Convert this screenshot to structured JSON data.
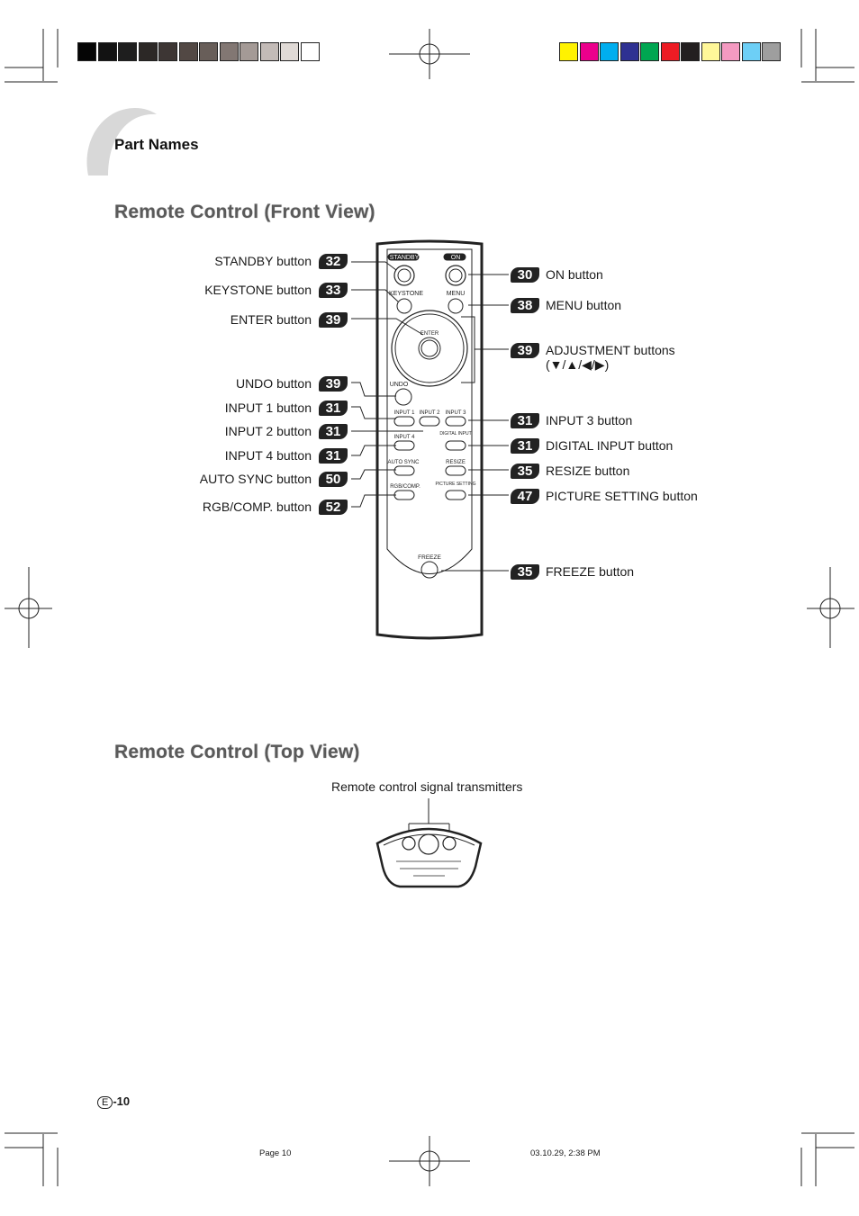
{
  "section": {
    "title": "Part Names"
  },
  "front_view": {
    "title": "Remote Control (Front View)",
    "left_callouts": [
      {
        "label": "STANDBY button",
        "page": "32"
      },
      {
        "label": "KEYSTONE button",
        "page": "33"
      },
      {
        "label": "ENTER button",
        "page": "39"
      },
      {
        "label": "UNDO button",
        "page": "39"
      },
      {
        "label": "INPUT 1 button",
        "page": "31"
      },
      {
        "label": "INPUT 2 button",
        "page": "31"
      },
      {
        "label": "INPUT 4 button",
        "page": "31"
      },
      {
        "label": "AUTO SYNC button",
        "page": "50"
      },
      {
        "label": "RGB/COMP. button",
        "page": "52"
      }
    ],
    "right_callouts": [
      {
        "label": "ON button",
        "page": "30"
      },
      {
        "label": "MENU button",
        "page": "38"
      },
      {
        "label": "ADJUSTMENT buttons",
        "page": "39",
        "sub": "(▼/▲/◀/▶)"
      },
      {
        "label": "INPUT 3 button",
        "page": "31"
      },
      {
        "label": "DIGITAL INPUT button",
        "page": "31"
      },
      {
        "label": "RESIZE button",
        "page": "35"
      },
      {
        "label": "PICTURE SETTING button",
        "page": "47"
      },
      {
        "label": "FREEZE button",
        "page": "35"
      }
    ],
    "remote_labels": {
      "standby": "STANDBY",
      "on": "ON",
      "keystone": "KEYSTONE",
      "menu": "MENU",
      "enter": "ENTER",
      "undo": "UNDO",
      "input1": "INPUT 1",
      "input2": "INPUT 2",
      "input3": "INPUT 3",
      "input4": "INPUT 4",
      "digital_input": "DIGITAL INPUT",
      "auto_sync": "AUTO SYNC",
      "resize": "RESIZE",
      "rgb_comp": "RGB/COMP.",
      "picture_setting": "PICTURE SETTING",
      "freeze": "FREEZE"
    }
  },
  "top_view": {
    "title": "Remote Control (Top View)",
    "caption": "Remote control signal transmitters"
  },
  "footer": {
    "page_badge": "E",
    "page_number": "-10",
    "print_page": "Page 10",
    "print_timestamp": "03.10.29, 2:38 PM"
  },
  "colors": {
    "grayscale_bar": [
      "#050505",
      "#121212",
      "#1e1e1e",
      "#2c2826",
      "#3d3634",
      "#524844",
      "#685e59",
      "#827773",
      "#a49a96",
      "#c3bbb7",
      "#e0dad6",
      "#ffffff"
    ],
    "color_bar": [
      "#fff200",
      "#ec008c",
      "#00aeef",
      "#2e3192",
      "#00a651",
      "#ed1c24",
      "#231f20",
      "#fff799",
      "#f49ac1",
      "#6dcff6",
      "#9e9e9e"
    ],
    "badge": "#222222",
    "title_gray": "#5a5a5a"
  }
}
